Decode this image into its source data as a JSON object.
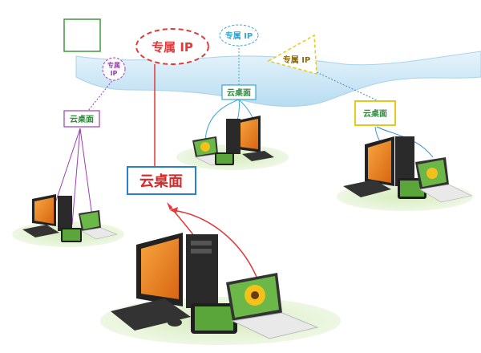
{
  "ip_bubbles": {
    "main": {
      "line1": "专属 IP",
      "color": "#e03a3a"
    },
    "top_cyan": {
      "line1": "专属 IP",
      "color": "#3aa6cf"
    },
    "left_purple": {
      "line1": "专属",
      "line2": "IP",
      "color": "#9b3fb5"
    },
    "right_yellow": {
      "line1": "专属 IP",
      "color": "#e8c81a"
    }
  },
  "desktop_boxes": {
    "main": {
      "label": "云桌面",
      "border": "#2b7ed8",
      "text": "#d42a2a"
    },
    "top_center": {
      "label": "云桌面",
      "border": "#3aa6cf",
      "text": "#2d8a3a"
    },
    "left": {
      "label": "云桌面",
      "border": "#9b3fb5",
      "text": "#2d8a3a"
    },
    "right": {
      "label": "云桌面",
      "border": "#e8c81a",
      "text": "#2d8a3a"
    }
  },
  "colors": {
    "cloud_band": "#c6e4f5",
    "cloud_edge": "#9fcbe6",
    "ground": "#cfe7b0",
    "monitor_screen": "#f08a22",
    "tower": "#2b2b2b",
    "tablet_screen": "#5aa63a",
    "sunflower": "#f2c21b"
  }
}
